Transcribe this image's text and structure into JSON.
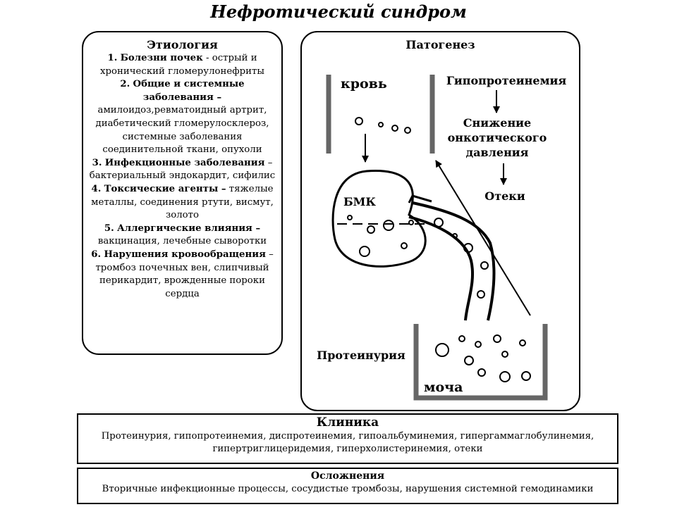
{
  "title": "Нефротический синдром",
  "etiology": {
    "header": "Этиология",
    "items": [
      {
        "num": "1.",
        "head": "Болезни почек",
        "sep": " - ",
        "text": "острый и хронический гломерулонефриты"
      },
      {
        "num": "2.",
        "head": "Общие и системные заболевания –",
        "sep": " ",
        "text": "амилоидоз,ревматоидный артрит, диабетический гломерулосклероз, системные заболевания соединительной ткани, опухоли"
      },
      {
        "num": "3.",
        "head": "Инфекционные заболевания",
        "sep": " ",
        "text": "–бактериальный эндокардит, сифилис"
      },
      {
        "num": "4.",
        "head": "Токсические агенты –",
        "sep": " ",
        "text": "тяжелые металлы, соединения ртути, висмут, золото"
      },
      {
        "num": "5.",
        "head": "Аллергические влияния –",
        "sep": " ",
        "text": "вакцинация, лечебные сыворотки"
      },
      {
        "num": "6.",
        "head": "Нарушения кровообращения",
        "sep": " ",
        "text": "–тромбоз почечных вен, слипчивый перикардит, врожденные пороки сердца"
      }
    ]
  },
  "pathogenesis": {
    "header": "Патогенез",
    "blood": "кровь",
    "hypoproteinemia": "Гипопротеинемия",
    "oncotic": [
      "Снижение",
      "онкотического",
      "давления"
    ],
    "edema": "Отеки",
    "bmk": "БМК",
    "proteinuria": "Протеинурия",
    "urine": "моча"
  },
  "clinic": {
    "header": "Клиника",
    "text": "Протеинурия, гипопротеинемия, диспротеинемия, гипоальбуминемия, гипергаммаглобулинемия, гипертриглицеридемия, гиперхолистеринемия, отеки"
  },
  "complications": {
    "header": "Осложнения",
    "text": "Вторичные инфекционные процессы, сосудистые тромбозы, нарушения системной гемодинамики"
  }
}
